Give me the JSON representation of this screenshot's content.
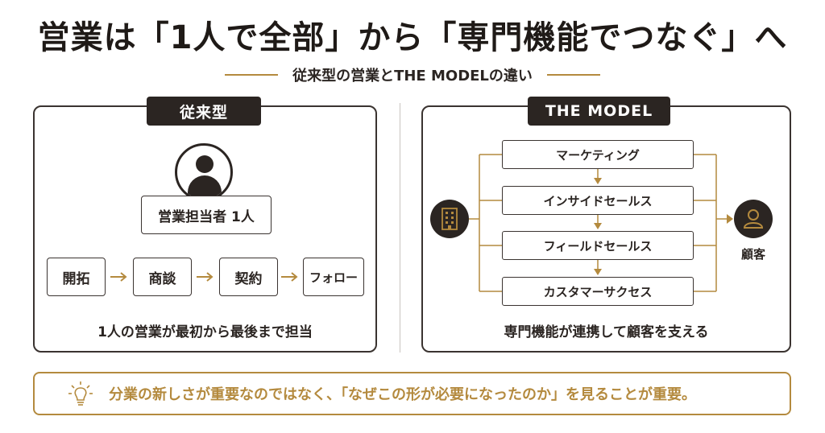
{
  "title": "営業は「1人で全部」から「専門機能でつなぐ」へ",
  "subtitle": "従来型の営業とTHE MODELの違い",
  "colors": {
    "accent": "#b48a3e",
    "dark": "#2b2522"
  },
  "left_panel": {
    "tag": "従来型",
    "person_icon": "person-icon",
    "person_label": "営業担当者 1人",
    "steps": [
      "開拓",
      "商談",
      "契約",
      "フォロー"
    ],
    "caption": "1人の営業が最初から最後まで担当"
  },
  "right_panel": {
    "tag": "THE MODEL",
    "source_icon": "building-icon",
    "flow": [
      "マーケティング",
      "インサイドセールス",
      "フィールドセールス",
      "カスタマーサクセス"
    ],
    "customer_icon": "customer-icon",
    "customer_label": "顧客",
    "caption": "専門機能が連携して顧客を支える"
  },
  "callout": {
    "icon": "lightbulb-icon",
    "text": "分業の新しさが重要なのではなく、「なぜこの形が必要になったのか」を見ることが重要。"
  }
}
